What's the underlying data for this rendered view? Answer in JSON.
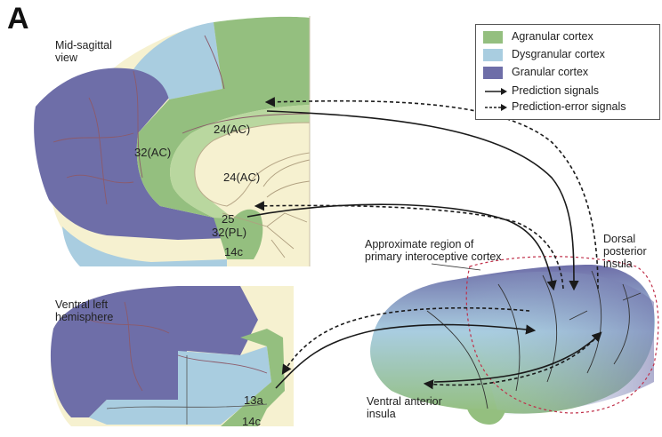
{
  "panel_letter": "A",
  "views": {
    "mid_sagittal": "Mid-sagittal view",
    "ventral": "Ventral left hemisphere"
  },
  "legend": {
    "agranular": "Agranular cortex",
    "dysgranular": "Dysgranular cortex",
    "granular": "Granular cortex",
    "prediction": "Prediction signals",
    "prediction_error": "Prediction-error signals"
  },
  "colors": {
    "agranular": "#94bf7f",
    "dysgranular": "#a9cde0",
    "granular": "#6e6ea8",
    "background_tissue": "#f6f1d0"
  },
  "regions": {
    "ac24_upper": "24(AC)",
    "ac32": "32(AC)",
    "ac24_inner": "24(AC)",
    "a25": "25",
    "pl32": "32(PL)",
    "a14c_top": "14c",
    "a13a": "13a",
    "a14c_bottom": "14c"
  },
  "annotations": {
    "interoceptive": "Approximate region of primary interoceptive cortex",
    "dorsal_posterior": "Dorsal posterior insula",
    "ventral_anterior": "Ventral anterior insula"
  }
}
